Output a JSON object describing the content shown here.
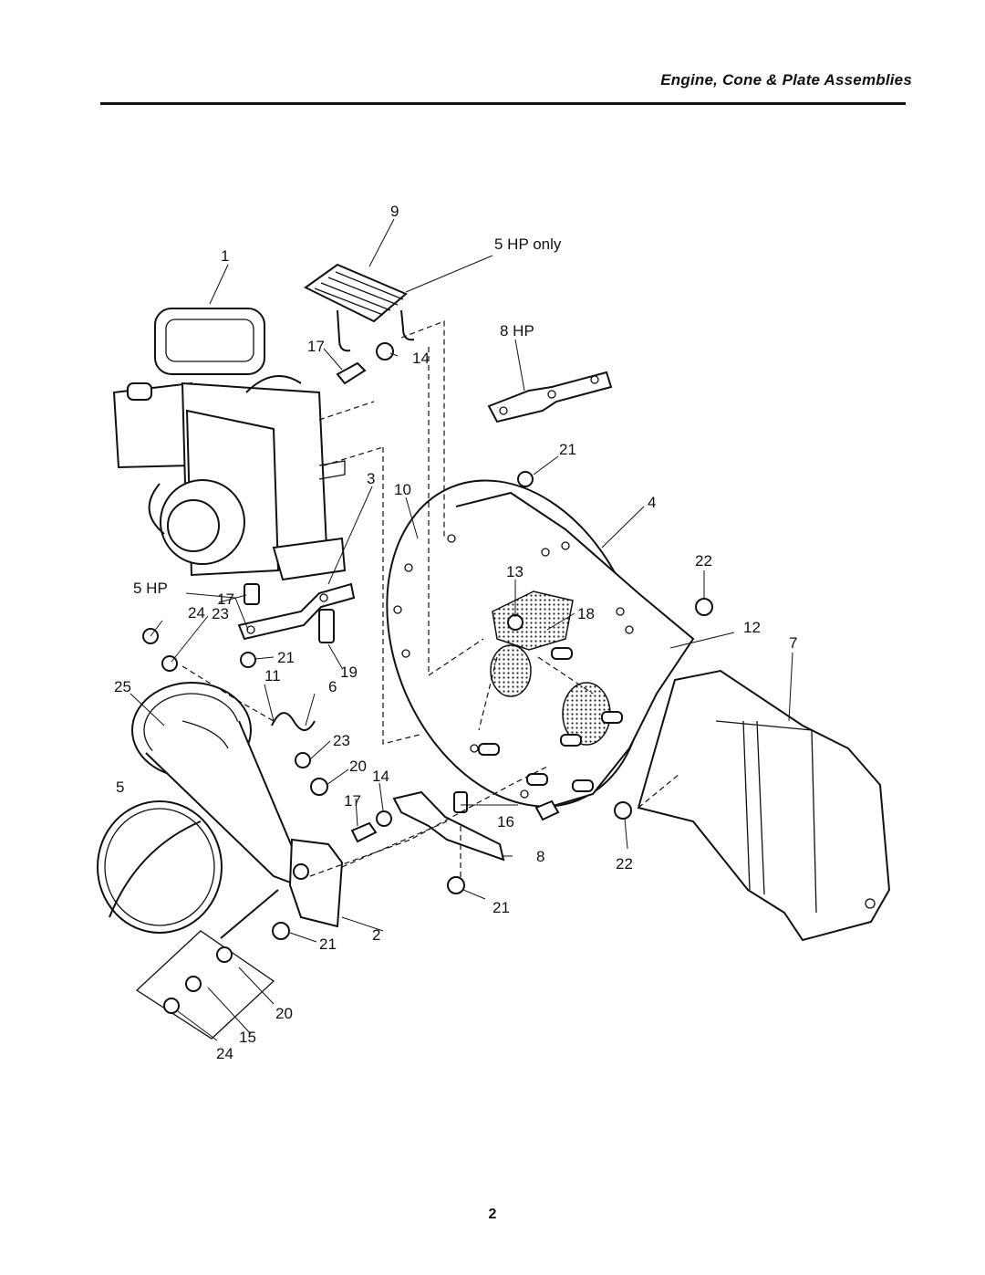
{
  "header": {
    "title": "Engine, Cone & Plate Assemblies"
  },
  "footer": {
    "page_number": "2"
  },
  "callouts": {
    "n1": "1",
    "n2": "2",
    "n3": "3",
    "n4": "4",
    "n5": "5",
    "n6": "6",
    "n7": "7",
    "n8": "8",
    "n9": "9",
    "n10": "10",
    "n11": "11",
    "n12": "12",
    "n13": "13",
    "n14a": "14",
    "n14b": "14",
    "n15": "15",
    "n16": "16",
    "n17a": "17",
    "n17b": "17",
    "n17c": "17",
    "n18": "18",
    "n19": "19",
    "n20a": "20",
    "n20b": "20",
    "n21a": "21",
    "n21b": "21",
    "n21c": "21",
    "n21d": "21",
    "n22a": "22",
    "n22b": "22",
    "n23a": "23",
    "n23b": "23",
    "n24a": "24",
    "n24b": "24",
    "n25": "25"
  },
  "notes": {
    "hp5_only": "5 HP only",
    "hp8": "8 HP",
    "hp5": "5 HP"
  }
}
